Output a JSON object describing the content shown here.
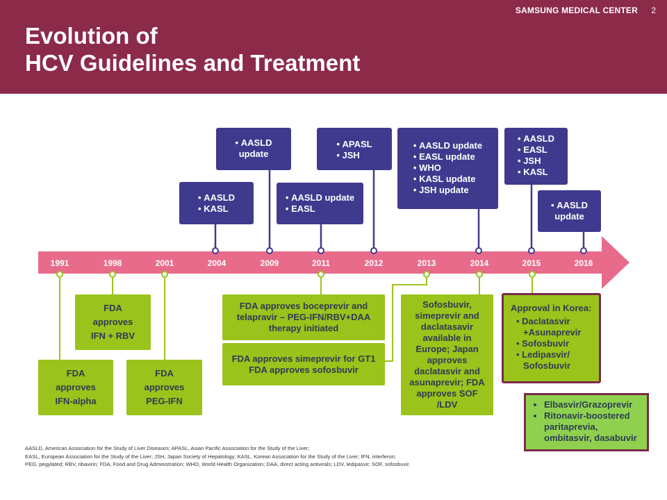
{
  "header": {
    "title_line1": "Evolution of",
    "title_line2": "HCV Guidelines and Treatment",
    "brand": "SAMSUNG MEDICAL CENTER",
    "page_number": "2"
  },
  "timeline": {
    "years": [
      "1991",
      "1998",
      "2001",
      "2004",
      "2009",
      "2011",
      "2012",
      "2013",
      "2014",
      "2015",
      "2016"
    ]
  },
  "guidelines": {
    "g2004": [
      "AASLD",
      "KASL"
    ],
    "g2009": [
      "AASLD update"
    ],
    "g2011": [
      "AASLD update",
      "EASL"
    ],
    "g2012": [
      "APASL",
      "JSH"
    ],
    "g2014": [
      "AASLD update",
      "EASL update",
      "WHO",
      "KASL update",
      "JSH update"
    ],
    "g2015": [
      "AASLD",
      "EASL",
      "JSH",
      "KASL"
    ],
    "g2016": [
      "AASLD update"
    ]
  },
  "approvals": {
    "a1991": "FDA approves IFN-alpha",
    "a1998": "FDA approves IFN + RBV",
    "a2001": "FDA approves PEG-IFN",
    "a2011": "FDA approves boceprevir and telapravir –  PEG-IFN/RBV+DAA therapy initiated",
    "a2013": "FDA approves simeprevir for GT1 FDA approves sofosbuvir",
    "a2014": "Sofosbuvir, simeprevir and daclatasavir available in Europe; Japan approves daclatasvir and asunaprevir; FDA approves SOF /LDV",
    "korea_title": "Approval in Korea:",
    "korea_items": [
      "Daclatasvir +Asunaprevir",
      "Sofosbuvir",
      "Ledipasvir/ Sofosbuvir"
    ],
    "last_items": [
      "Elbasvir/Grazoprevir",
      "Ritonavir-boostered paritaprevia, ombitasvir, dasabuvir"
    ]
  },
  "footnote": {
    "line1": "AASLD,  American Association for the Study of Liver Diseases; APASL,  Asian Pacific Association for the Study of the Liver;",
    "line2": "EASL,  European Association for the Study of the Liver; JSH, Japan Society of  Hepatology; KASL, Korean Association for the Study of the Liver; IFN, interferon;",
    "line3": "PEG, pegylated; RBV, ribavirin; FDA, Food and Drug Administration; WHO, World Health Organization;  DAA,  direct acting antivirals; LDV, ledipasvir; SOF, sofosbuvir."
  },
  "colors": {
    "header": "#8c2a4a",
    "arrow": "#e86b8c",
    "purple": "#3f3a8e",
    "green": "#9ac31c",
    "connector_green": "#9ac31c",
    "korea_border": "#7a2a4a",
    "last_box": "#8fd14f"
  }
}
